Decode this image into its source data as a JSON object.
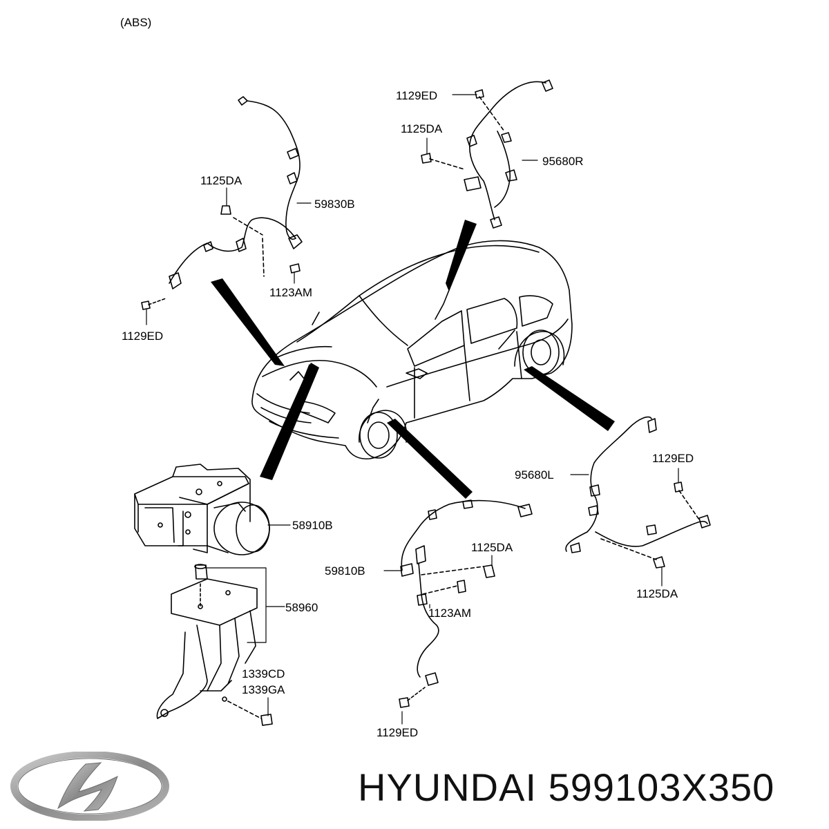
{
  "header": {
    "section_label": "(ABS)"
  },
  "labels": {
    "p1129ED_top": "1129ED",
    "p1125DA_topright": "1125DA",
    "p95680R": "95680R",
    "p1125DA_left": "1125DA",
    "p59830B": "59830B",
    "p1123AM_left": "1123AM",
    "p1129ED_left": "1129ED",
    "p95680L": "95680L",
    "p1129ED_right": "1129ED",
    "p1125DA_bottomright": "1125DA",
    "p58910B": "58910B",
    "p1125DA_mid": "1125DA",
    "p59810B": "59810B",
    "p1123AM_mid": "1123AM",
    "p58960": "58960",
    "p1339CD": "1339CD",
    "p1339GA": "1339GA",
    "p1129ED_bottom": "1129ED"
  },
  "footer": {
    "brand": "HYUNDAI",
    "part_number": "599103X350"
  },
  "icons": {
    "logo": "hyundai-logo-icon"
  }
}
